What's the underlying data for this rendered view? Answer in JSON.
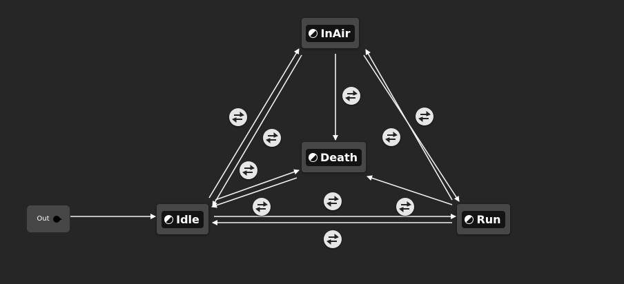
{
  "entry": {
    "label": "Out"
  },
  "states": [
    {
      "id": "inair",
      "label": "InAir"
    },
    {
      "id": "death",
      "label": "Death"
    },
    {
      "id": "idle",
      "label": "Idle"
    },
    {
      "id": "run",
      "label": "Run"
    }
  ],
  "transitions": [
    {
      "from": "Idle",
      "to": "InAir"
    },
    {
      "from": "InAir",
      "to": "Idle"
    },
    {
      "from": "Idle",
      "to": "Death"
    },
    {
      "from": "Death",
      "to": "Idle"
    },
    {
      "from": "Idle",
      "to": "Run"
    },
    {
      "from": "Run",
      "to": "Idle"
    },
    {
      "from": "InAir",
      "to": "Death"
    },
    {
      "from": "Run",
      "to": "Death"
    },
    {
      "from": "Run",
      "to": "InAir"
    },
    {
      "from": "InAir",
      "to": "Run"
    }
  ],
  "colors": {
    "background": "#262626",
    "node": "#474747",
    "wire": "#ffffff"
  }
}
